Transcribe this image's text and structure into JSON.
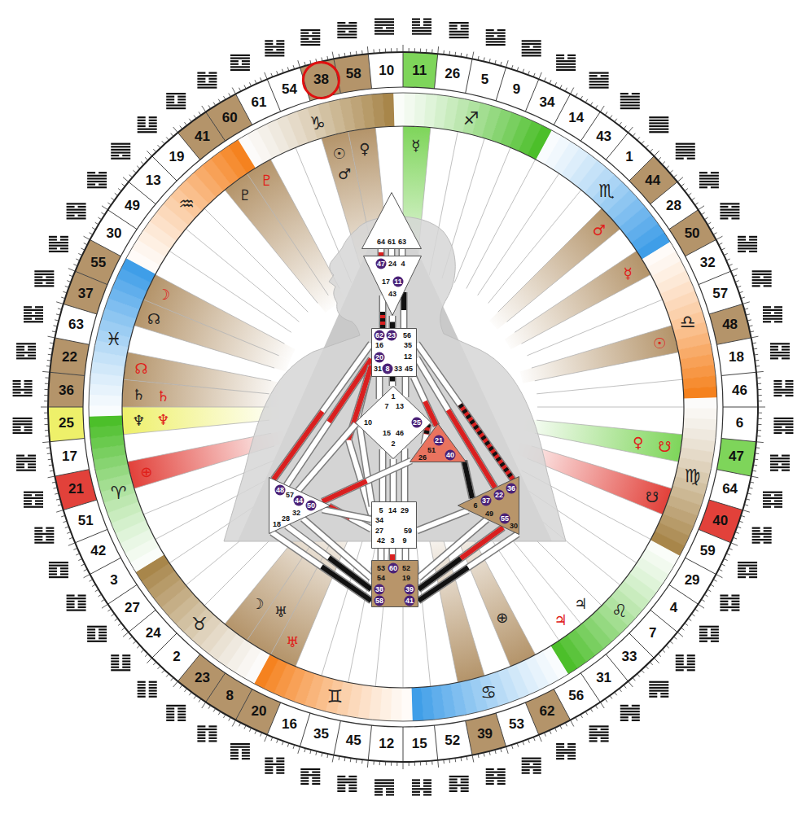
{
  "diagram": {
    "nodes": [
      {
        "text": [
          "64",
          "61",
          "63"
        ]
      },
      {
        "text": [
          "47",
          "24",
          "4",
          "17",
          "11",
          "43"
        ]
      },
      {
        "text": [
          "62",
          "23",
          "56",
          "16",
          "35",
          "20",
          "12",
          "31",
          "8",
          "33",
          "45"
        ]
      },
      {
        "text": [
          "1",
          "7",
          "13",
          "10",
          "25",
          "15",
          "46",
          "2"
        ]
      },
      {
        "text": [
          "21",
          "51",
          "26",
          "40"
        ]
      },
      {
        "text": [
          "48",
          "57",
          "44",
          "50",
          "32",
          "28",
          "18"
        ]
      },
      {
        "text": [
          "5",
          "14",
          "29",
          "34",
          "27",
          "59",
          "42",
          "3",
          "9"
        ]
      },
      {
        "text": [
          "36",
          "22",
          "37",
          "6",
          "49",
          "55",
          "30"
        ]
      },
      {
        "text": [
          "53",
          "60",
          "52",
          "54",
          "19",
          "38",
          "39",
          "58",
          "41"
        ]
      }
    ],
    "edges": [
      {
        "from": 0,
        "to": 1,
        "arrow": "none"
      },
      {
        "from": 0,
        "to": 1,
        "arrow": "none"
      },
      {
        "from": 0,
        "to": 1,
        "arrow": "none"
      },
      {
        "from": 1,
        "to": 2,
        "arrow": "none"
      },
      {
        "from": 1,
        "to": 2,
        "arrow": "none"
      },
      {
        "from": 1,
        "to": 2,
        "arrow": "none"
      },
      {
        "from": 2,
        "to": 3,
        "arrow": "none"
      },
      {
        "from": 2,
        "to": 3,
        "arrow": "none"
      },
      {
        "from": 2,
        "to": 3,
        "arrow": "none"
      },
      {
        "from": 2,
        "to": 3,
        "arrow": "none"
      },
      {
        "from": 2,
        "to": 5,
        "arrow": "none"
      },
      {
        "from": 2,
        "to": 5,
        "arrow": "none"
      },
      {
        "from": 2,
        "to": 6,
        "arrow": "none"
      },
      {
        "from": 2,
        "to": 4,
        "arrow": "none"
      },
      {
        "from": 2,
        "to": 7,
        "arrow": "none"
      },
      {
        "from": 2,
        "to": 7,
        "arrow": "none"
      },
      {
        "from": 3,
        "to": 5,
        "arrow": "none"
      },
      {
        "from": 3,
        "to": 6,
        "arrow": "none"
      },
      {
        "from": 3,
        "to": 6,
        "arrow": "none"
      },
      {
        "from": 3,
        "to": 6,
        "arrow": "none"
      },
      {
        "from": 3,
        "to": 6,
        "arrow": "none"
      },
      {
        "from": 3,
        "to": 4,
        "arrow": "none"
      },
      {
        "from": 4,
        "to": 5,
        "arrow": "none"
      },
      {
        "from": 4,
        "to": 7,
        "arrow": "none"
      },
      {
        "from": 5,
        "to": 6,
        "arrow": "none"
      },
      {
        "from": 5,
        "to": 6,
        "arrow": "none"
      },
      {
        "from": 6,
        "to": 7,
        "arrow": "none"
      },
      {
        "from": 6,
        "to": 8,
        "arrow": "none"
      },
      {
        "from": 6,
        "to": 8,
        "arrow": "none"
      },
      {
        "from": 6,
        "to": 8,
        "arrow": "none"
      },
      {
        "from": 5,
        "to": 8,
        "arrow": "none"
      },
      {
        "from": 5,
        "to": 8,
        "arrow": "none"
      },
      {
        "from": 5,
        "to": 8,
        "arrow": "none"
      },
      {
        "from": 7,
        "to": 8,
        "arrow": "none"
      },
      {
        "from": 7,
        "to": 8,
        "arrow": "none"
      },
      {
        "from": 7,
        "to": 8,
        "arrow": "none"
      }
    ],
    "labels": [
      "11",
      "26",
      "5",
      "9",
      "34",
      "14",
      "43",
      "1",
      "44",
      "28",
      "50",
      "32",
      "57",
      "48",
      "18",
      "46",
      "6",
      "47",
      "64",
      "40",
      "59",
      "29",
      "4",
      "7",
      "33",
      "31",
      "56",
      "62",
      "53",
      "39",
      "52",
      "15",
      "12",
      "45",
      "35",
      "16",
      "20",
      "8",
      "23",
      "2",
      "24",
      "27",
      "3",
      "42",
      "51",
      "21",
      "17",
      "25",
      "36",
      "22",
      "63",
      "37",
      "55",
      "30",
      "49",
      "13",
      "19",
      "41",
      "60",
      "61",
      "54",
      "38",
      "58",
      "10",
      "♑",
      "♐",
      "♏",
      "♎",
      "♍",
      "♌",
      "♋",
      "♊",
      "♉",
      "♈",
      "♓",
      "♒",
      "☉",
      "♀",
      "♂",
      "☿",
      "♇",
      "♇",
      "♂",
      "☿",
      "☉",
      "♀",
      "☋",
      "☋",
      "☽",
      "☊",
      "☊",
      "♄",
      "♄",
      "♆",
      "♆",
      "⊕",
      "☽",
      "♅",
      "♅",
      "⊕",
      "♃",
      "♃"
    ]
  }
}
